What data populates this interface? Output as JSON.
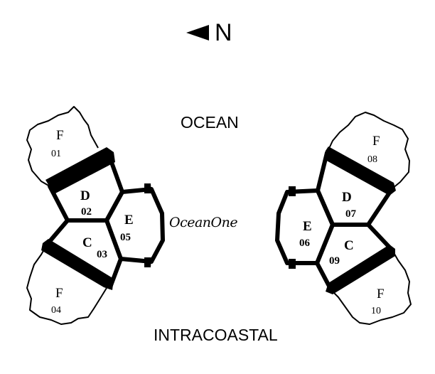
{
  "compass": {
    "arrow_icon": "west-pointing-arrow-icon",
    "letter": "N"
  },
  "labels": {
    "ocean": "OCEAN",
    "intracoastal": "INTRACOASTAL",
    "logo": "OceanOne"
  },
  "units": [
    {
      "id": "left-f-01",
      "letter": "F",
      "number": "01"
    },
    {
      "id": "left-d-02",
      "letter": "D",
      "number": "02"
    },
    {
      "id": "left-c-03",
      "letter": "C",
      "number": "03"
    },
    {
      "id": "left-f-04",
      "letter": "F",
      "number": "04"
    },
    {
      "id": "left-e-05",
      "letter": "E",
      "number": "05"
    },
    {
      "id": "right-e-06",
      "letter": "E",
      "number": "06"
    },
    {
      "id": "right-d-07",
      "letter": "D",
      "number": "07"
    },
    {
      "id": "right-f-08",
      "letter": "F",
      "number": "08"
    },
    {
      "id": "right-c-09",
      "letter": "C",
      "number": "09"
    },
    {
      "id": "right-f-10",
      "letter": "F",
      "number": "10"
    }
  ],
  "colors": {
    "ink": "#000000",
    "background": "#ffffff"
  }
}
